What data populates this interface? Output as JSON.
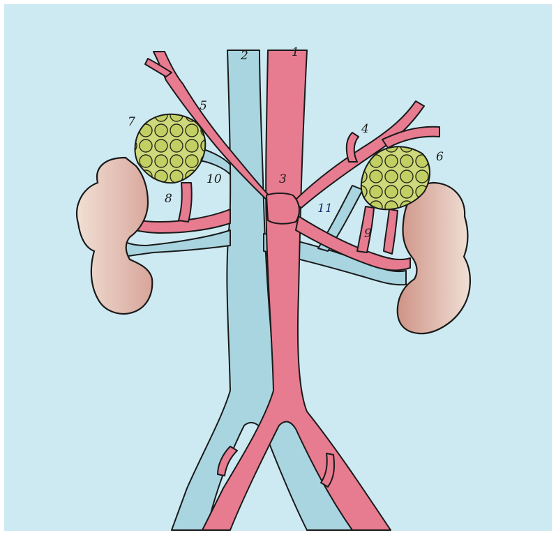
{
  "colors": {
    "paper": "#cfeaf2",
    "vein": "#a8d4df",
    "artery": "#e7788e",
    "artery_dark": "#cf4f6d",
    "kidney": "#eed9cc",
    "kidney_shade": "#c98f86",
    "gland": "#c8d873",
    "gland_dark": "#8c9a3a",
    "ink": "#1a1a1a"
  },
  "labels": {
    "l1": "1",
    "l2": "2",
    "l3": "3",
    "l4": "4",
    "l5": "5",
    "l6": "6",
    "l7": "7",
    "l8": "8",
    "l9": "9",
    "l10": "10",
    "l11": "11"
  }
}
